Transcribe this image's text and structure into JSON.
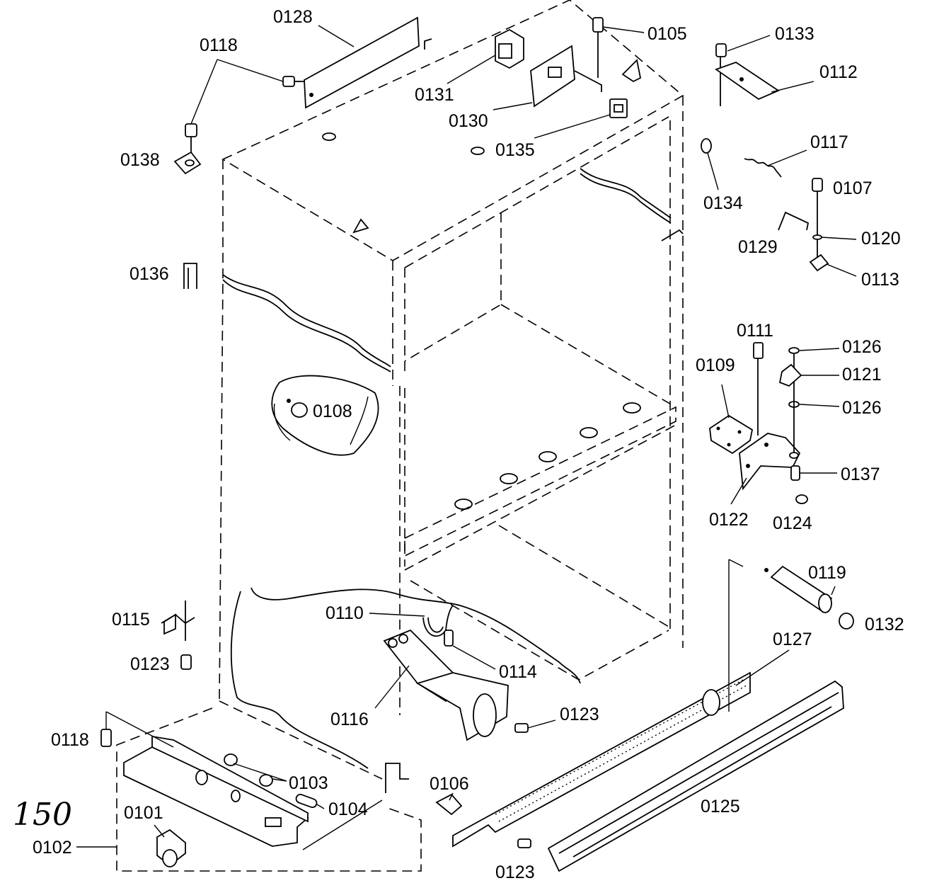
{
  "margin_note": "150",
  "callouts": [
    {
      "id": "0101",
      "text": "0101"
    },
    {
      "id": "0102",
      "text": "0102"
    },
    {
      "id": "0103",
      "text": "0103"
    },
    {
      "id": "0104",
      "text": "0104"
    },
    {
      "id": "0105",
      "text": "0105"
    },
    {
      "id": "0106",
      "text": "0106"
    },
    {
      "id": "0107",
      "text": "0107"
    },
    {
      "id": "0108",
      "text": "0108"
    },
    {
      "id": "0109",
      "text": "0109"
    },
    {
      "id": "0110",
      "text": "0110"
    },
    {
      "id": "0111",
      "text": "0111"
    },
    {
      "id": "0112",
      "text": "0112"
    },
    {
      "id": "0113",
      "text": "0113"
    },
    {
      "id": "0114",
      "text": "0114"
    },
    {
      "id": "0115",
      "text": "0115"
    },
    {
      "id": "0116",
      "text": "0116"
    },
    {
      "id": "0117",
      "text": "0117"
    },
    {
      "id": "0118",
      "text": "0118"
    },
    {
      "id": "0119",
      "text": "0119"
    },
    {
      "id": "0120",
      "text": "0120"
    },
    {
      "id": "0121",
      "text": "0121"
    },
    {
      "id": "0122",
      "text": "0122"
    },
    {
      "id": "0123",
      "text": "0123"
    },
    {
      "id": "0124",
      "text": "0124"
    },
    {
      "id": "0125",
      "text": "0125"
    },
    {
      "id": "0126",
      "text": "0126"
    },
    {
      "id": "0127",
      "text": "0127"
    },
    {
      "id": "0128",
      "text": "0128"
    },
    {
      "id": "0129",
      "text": "0129"
    },
    {
      "id": "0130",
      "text": "0130"
    },
    {
      "id": "0131",
      "text": "0131"
    },
    {
      "id": "0132",
      "text": "0132"
    },
    {
      "id": "0133",
      "text": "0133"
    },
    {
      "id": "0134",
      "text": "0134"
    },
    {
      "id": "0135",
      "text": "0135"
    },
    {
      "id": "0136",
      "text": "0136"
    },
    {
      "id": "0137",
      "text": "0137"
    },
    {
      "id": "0138",
      "text": "0138"
    }
  ]
}
